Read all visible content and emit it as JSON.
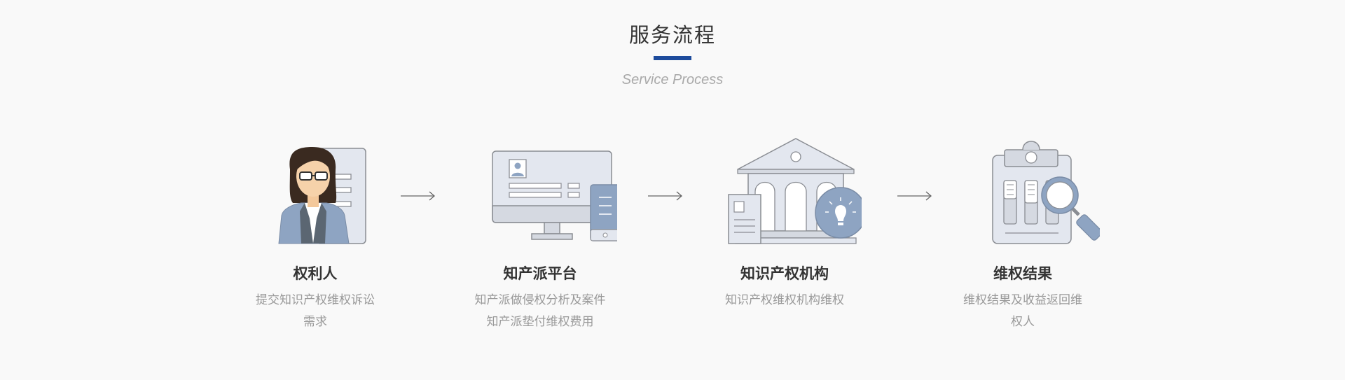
{
  "section": {
    "title": "服务流程",
    "subtitle": "Service Process",
    "accent_color": "#1d4b9c"
  },
  "steps": [
    {
      "icon": "rights-holder-icon",
      "title": "权利人",
      "description": "提交知识产权维权诉讼需求"
    },
    {
      "icon": "platform-icon",
      "title": "知产派平台",
      "description": "知产派做侵权分析及案件知产派垫付维权费用"
    },
    {
      "icon": "ip-institution-icon",
      "title": "知识产权机构",
      "description": "知识产权维权机构维权"
    },
    {
      "icon": "result-icon",
      "title": "维权结果",
      "description": "维权结果及收益返回维权人"
    }
  ]
}
